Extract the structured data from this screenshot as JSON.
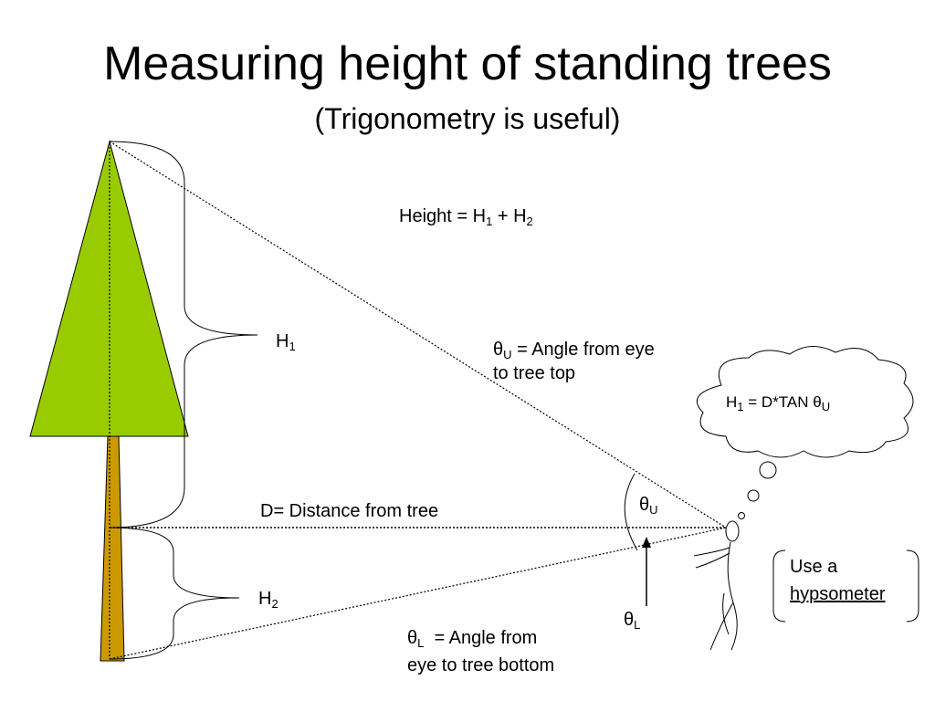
{
  "title": "Measuring height of standing trees",
  "subtitle": "(Trigonometry is useful)",
  "labels": {
    "height_formula": {
      "pre": "Height = H",
      "s1": "1",
      "mid": " + H",
      "s2": "2"
    },
    "h1": {
      "main": "H",
      "sub": "1"
    },
    "h2": {
      "main": "H",
      "sub": "2"
    },
    "theta_u_def": {
      "main": "θ",
      "sub": "U",
      "line1": " = Angle from eye",
      "line2": "to tree top"
    },
    "thought_formula": {
      "a": "H",
      "s1": "1",
      "b": " = D*TAN θ",
      "s2": "U"
    },
    "theta_u_angle": {
      "main": "θ",
      "sub": "U"
    },
    "theta_l_angle": {
      "main": "θ",
      "sub": "L"
    },
    "distance": "D= Distance from tree",
    "theta_l_def": {
      "main": "θ",
      "sub": "L",
      "line1": "  = Angle from",
      "line2": "eye to tree bottom"
    },
    "hypsometer": {
      "line1": "Use a",
      "line2": "hypsometer"
    }
  },
  "colors": {
    "foliage": "#99cc00",
    "trunk": "#cc9900",
    "line": "#000000"
  }
}
